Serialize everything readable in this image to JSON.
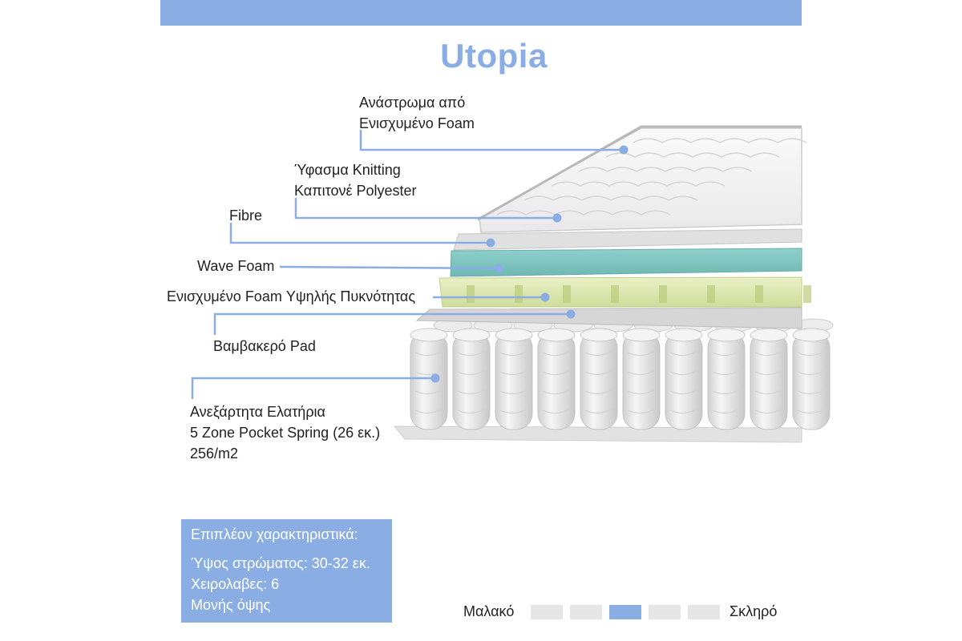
{
  "colors": {
    "accent": "#8aaee3",
    "leader_line": "#8aaee3",
    "segment_inactive": "#e5e5e5",
    "segment_active": "#8aaee3",
    "foam_teal": "#7fc4c0",
    "foam_yellow": "#dde8b0",
    "quilt_white": "#f3f3f3",
    "spring_gray": "#e6e6e6"
  },
  "title": "Utopia",
  "layers": [
    {
      "id": "top-quilt",
      "lines": [
        "Ανάστρωμα από",
        "Ενισχυμένο Foam"
      ]
    },
    {
      "id": "knitting",
      "lines": [
        "Ύφασμα Knitting",
        "Καπιτονέ Polyester"
      ]
    },
    {
      "id": "fibre",
      "lines": [
        "Fibre"
      ]
    },
    {
      "id": "wave-foam",
      "lines": [
        "Wave Foam"
      ]
    },
    {
      "id": "high-density-foam",
      "lines": [
        "Ενισχυμένο Foam Υψηλής Πυκνότητας"
      ]
    },
    {
      "id": "cotton-pad",
      "lines": [
        "Βαμβακερό Pad"
      ]
    },
    {
      "id": "springs",
      "lines": [
        "Ανεξάρτητα Ελατήρια",
        "5 Zone Pocket Spring (26 εκ.)",
        "256/m2"
      ]
    }
  ],
  "features": {
    "heading": "Επιπλέον χαρακτηριστικά:",
    "items": [
      "Ύψος στρώματος: 30-32 εκ.",
      "Χειρολαβες: 6",
      "Μονής όψης"
    ]
  },
  "firmness": {
    "soft_label": "Μαλακό",
    "hard_label": "Σκληρό",
    "segments": 5,
    "level": 3
  }
}
